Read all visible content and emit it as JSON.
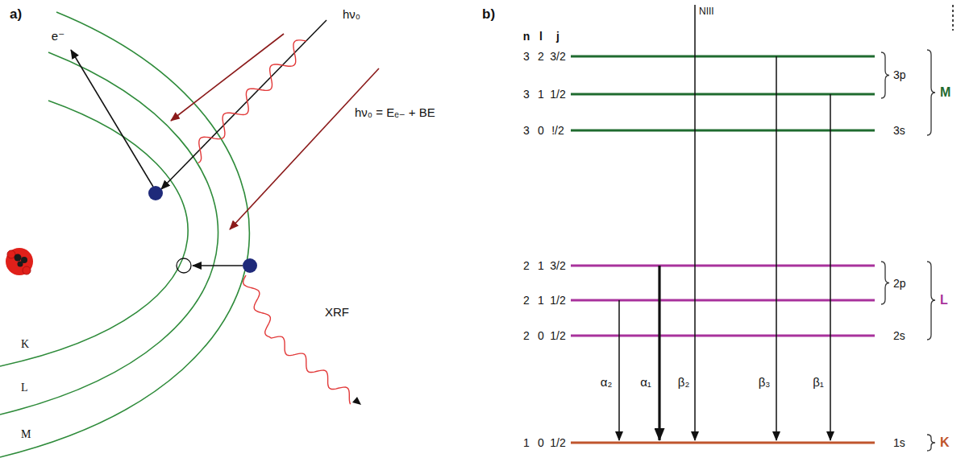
{
  "diagram": {
    "labels": [
      "a)",
      "e⁻",
      "hν₀",
      "hν₀ = Eₑ₋ + BE",
      "XRF",
      "K",
      "L",
      "M",
      "b)",
      "n",
      "l",
      "j",
      "NIII",
      "3",
      "2",
      "3/2",
      "3",
      "1",
      "1/2",
      "3",
      "0",
      "!/2",
      "2",
      "1",
      "3/2",
      "2",
      "1",
      "1/2",
      "2",
      "0",
      "1/2",
      "1",
      "0",
      "1/2",
      "3p",
      "M",
      "3s",
      "2p",
      "L",
      "2s",
      "α₂",
      "α₁",
      "β₂",
      "β₃",
      "β₁",
      "1s",
      "K"
    ]
  }
}
